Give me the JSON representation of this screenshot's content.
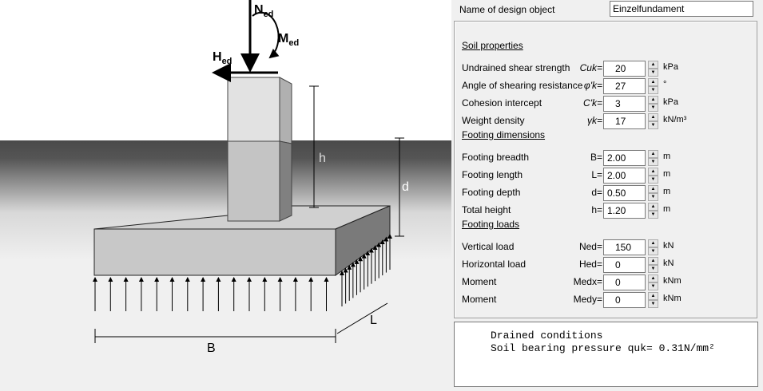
{
  "drawing": {
    "labels": {
      "N": "N",
      "N_sub": "ed",
      "M": "M",
      "M_sub": "ed",
      "H": "H",
      "H_sub": "ed",
      "h": "h",
      "d": "d",
      "B": "B",
      "L": "L"
    }
  },
  "header": {
    "name_label": "Name of design object",
    "name_value": "Einzelfundament"
  },
  "sections": [
    {
      "title": "Soil properties",
      "rows": [
        {
          "label": "Undrained shear strength",
          "symbol": "Cuk=",
          "value": "20",
          "unit": "kPa"
        },
        {
          "label": "Angle of shearing resistance",
          "symbol": "φ'k=",
          "value": "27",
          "unit": "°"
        },
        {
          "label": "Cohesion intercept",
          "symbol": "C'k=",
          "value": "3",
          "unit": "kPa"
        },
        {
          "label": "Weight density",
          "symbol": "γk=",
          "value": "17",
          "unit": "kN/m³"
        }
      ]
    },
    {
      "title": "Footing dimensions",
      "rows": [
        {
          "label": "Footing breadth",
          "symbol": "B=",
          "value": "2.00",
          "unit": "m"
        },
        {
          "label": "Footing length",
          "symbol": "L=",
          "value": "2.00",
          "unit": "m"
        },
        {
          "label": "Footing depth",
          "symbol": "d=",
          "value": "0.50",
          "unit": "m"
        },
        {
          "label": "Total height",
          "symbol": "h=",
          "value": "1.20",
          "unit": "m"
        }
      ]
    },
    {
      "title": "Footing loads",
      "rows": [
        {
          "label": "Vertical load",
          "symbol": "Ned=",
          "value": "150",
          "unit": "kN"
        },
        {
          "label": "Horizontal load",
          "symbol": "Hed=",
          "value": "0",
          "unit": "kN"
        },
        {
          "label": "Moment",
          "symbol": "Medx=",
          "value": "0",
          "unit": "kNm"
        },
        {
          "label": "Moment",
          "symbol": "Medy=",
          "value": "0",
          "unit": "kNm"
        }
      ]
    }
  ],
  "output": {
    "line1": "Drained conditions",
    "line2": "Soil bearing pressure quk=  0.31N/mm²"
  }
}
